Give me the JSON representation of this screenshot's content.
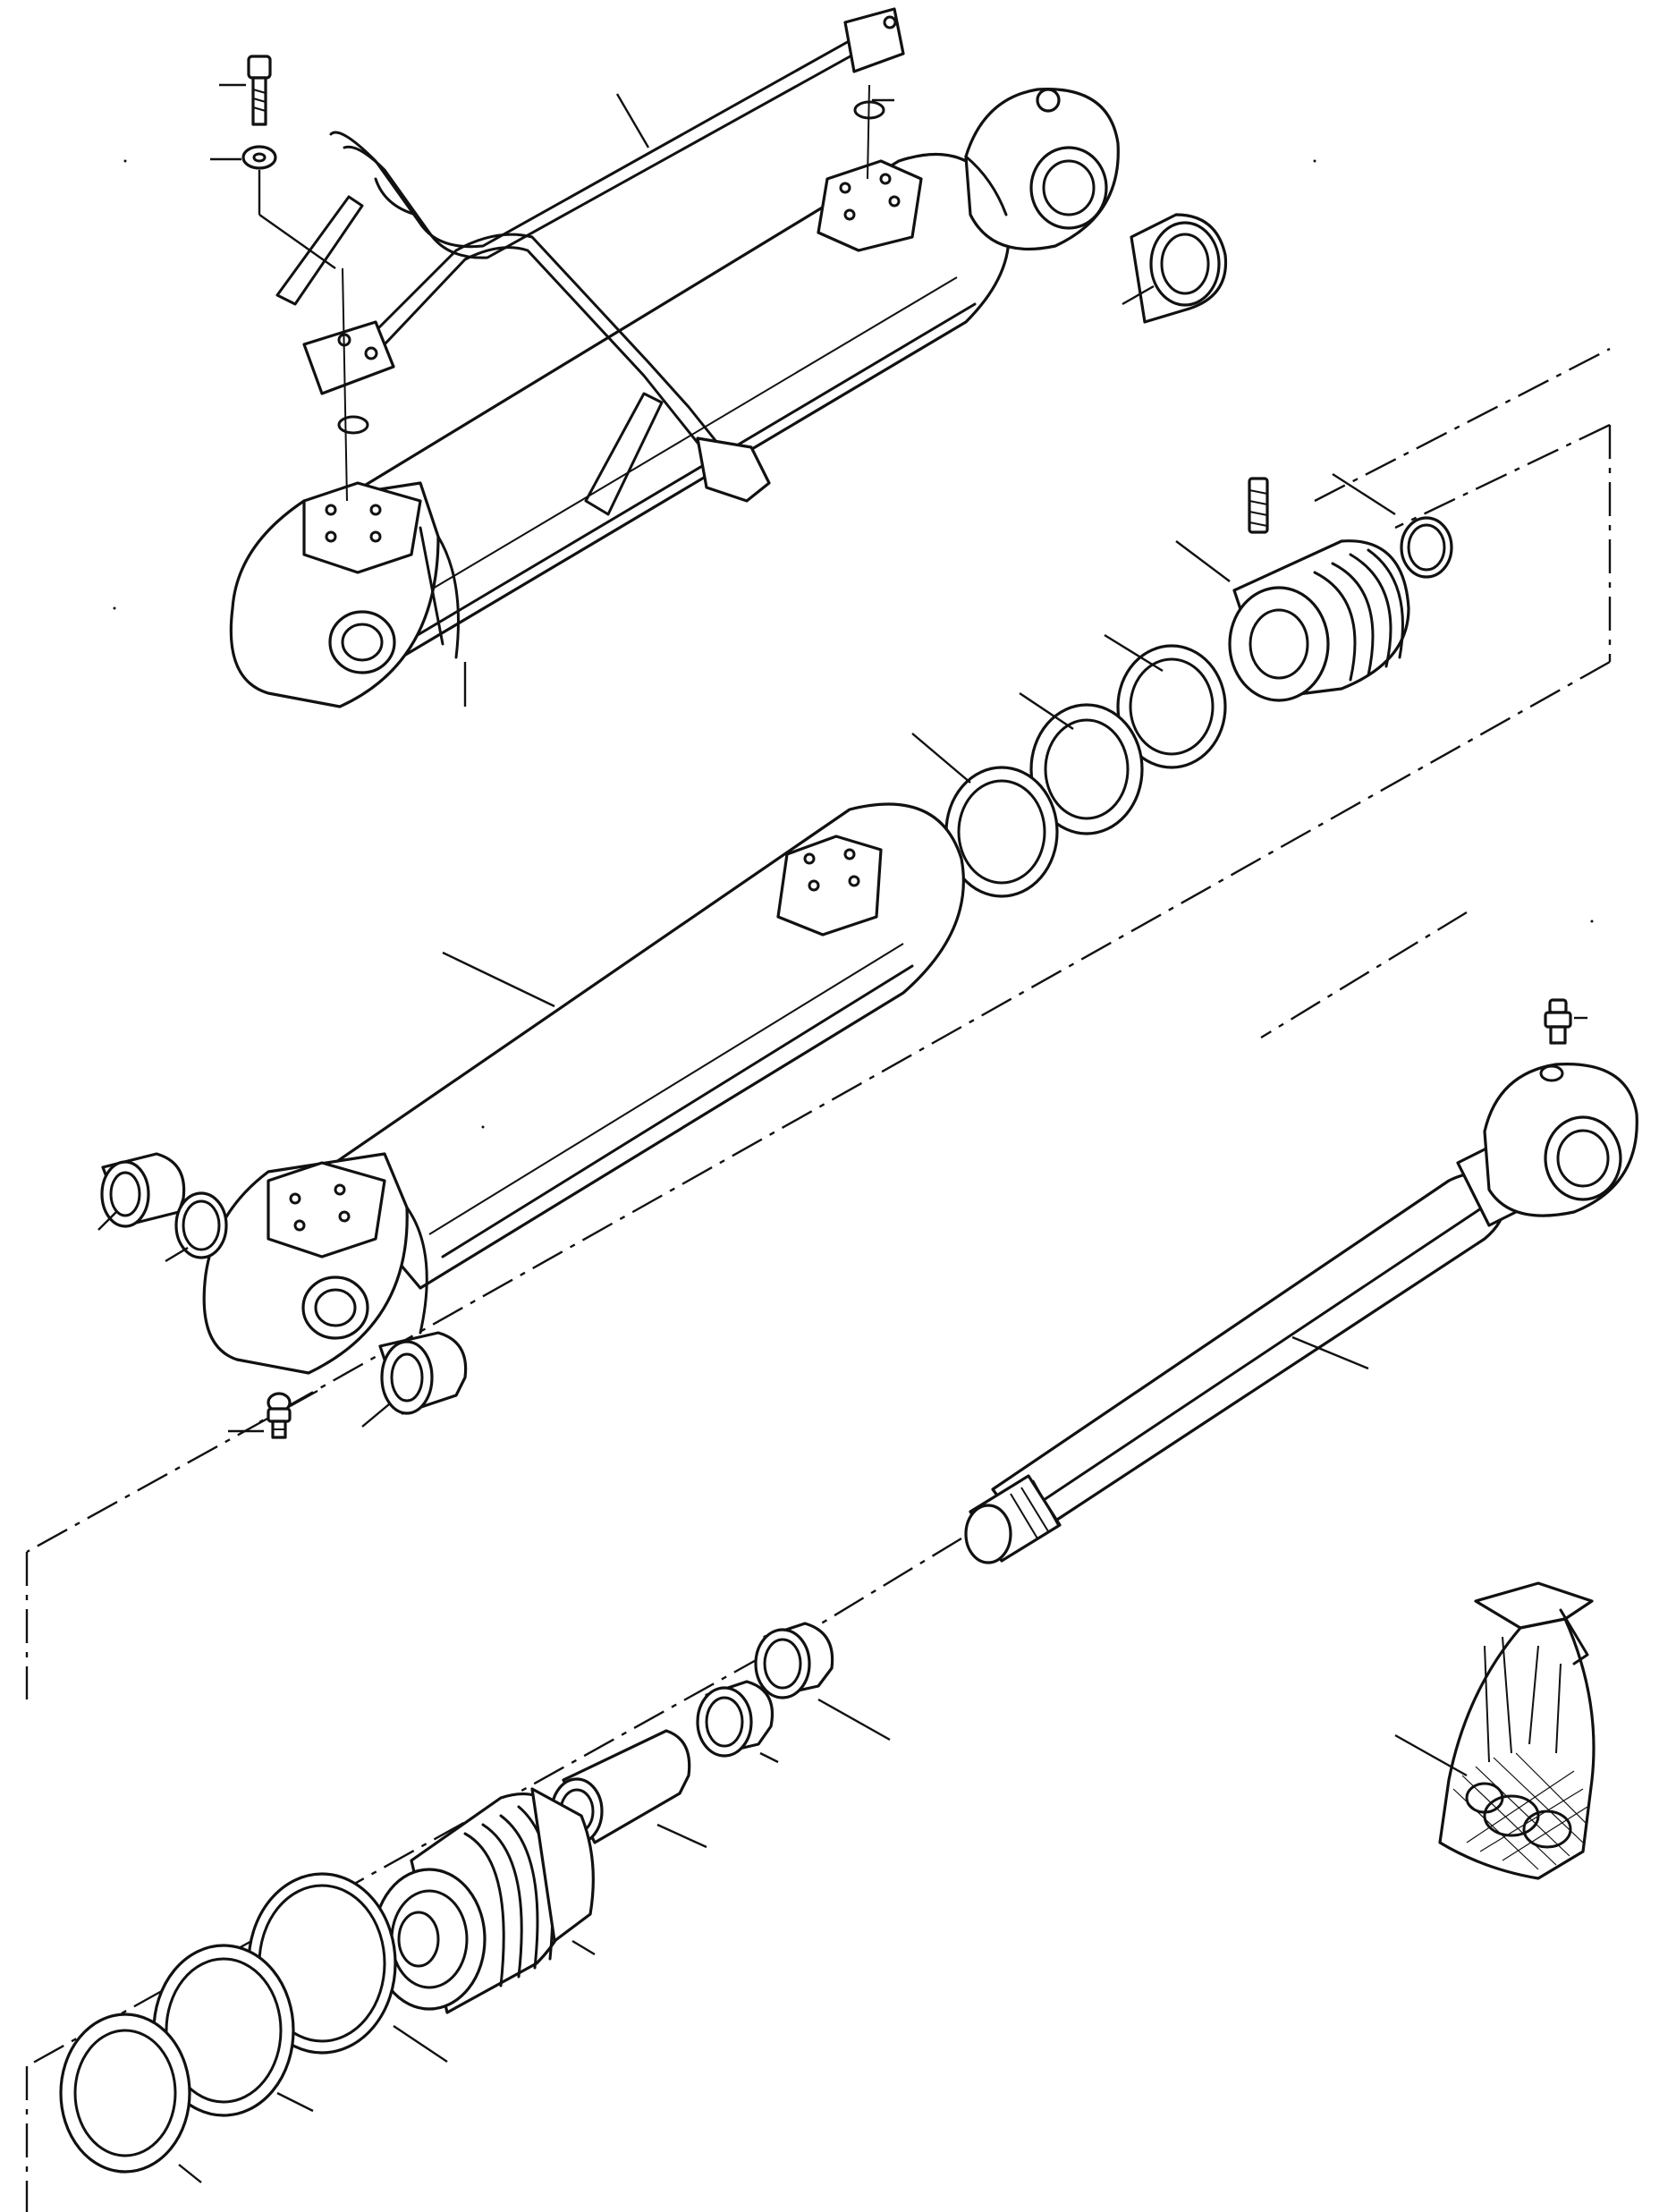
{
  "diagram": {
    "colors": {
      "ink": "#111111",
      "paper": "#ffffff"
    },
    "parts": [
      {
        "id": "socket-head-screw",
        "icon": "socket-head-screw-icon"
      },
      {
        "id": "lock-washer",
        "icon": "lock-washer-icon"
      },
      {
        "id": "hydraulic-tube-assembly",
        "icon": "tube-icon"
      },
      {
        "id": "tube-mount-o-ring-rear",
        "icon": "o-ring-icon"
      },
      {
        "id": "tube-mount-o-ring-front",
        "icon": "o-ring-icon"
      },
      {
        "id": "pin-bushing-rod-end",
        "icon": "bushing-icon"
      },
      {
        "id": "assembled-cylinder-body",
        "icon": "cylinder-icon"
      },
      {
        "id": "backup-ring-piston-side",
        "icon": "o-ring-icon"
      },
      {
        "id": "piston-nut",
        "icon": "piston-icon"
      },
      {
        "id": "set-screw",
        "icon": "set-screw-icon"
      },
      {
        "id": "piston-seal-a",
        "icon": "seal-ring-icon"
      },
      {
        "id": "piston-seal-b",
        "icon": "seal-ring-icon"
      },
      {
        "id": "wear-ring",
        "icon": "seal-ring-icon"
      },
      {
        "id": "cylinder-tube",
        "icon": "cylinder-icon"
      },
      {
        "id": "bushing-head-end",
        "icon": "bushing-icon"
      },
      {
        "id": "snap-ring",
        "icon": "o-ring-icon"
      },
      {
        "id": "grease-fitting-head-end",
        "icon": "grease-fitting-icon"
      },
      {
        "id": "bushing-lower",
        "icon": "bushing-icon"
      },
      {
        "id": "grease-fitting-rod-end",
        "icon": "grease-fitting-icon"
      },
      {
        "id": "piston-rod",
        "icon": "piston-rod-icon"
      },
      {
        "id": "rod-seal",
        "icon": "seal-ring-icon"
      },
      {
        "id": "rod-buffer-seal",
        "icon": "seal-ring-icon"
      },
      {
        "id": "rod-guide-bushing",
        "icon": "bushing-icon"
      },
      {
        "id": "cylinder-head-gland",
        "icon": "gland-icon"
      },
      {
        "id": "head-o-ring",
        "icon": "o-ring-icon"
      },
      {
        "id": "head-backup-ring",
        "icon": "o-ring-icon"
      },
      {
        "id": "dust-wiper",
        "icon": "seal-ring-icon"
      },
      {
        "id": "seal-kit-bag",
        "icon": "seal-kit-bag-icon"
      }
    ]
  }
}
